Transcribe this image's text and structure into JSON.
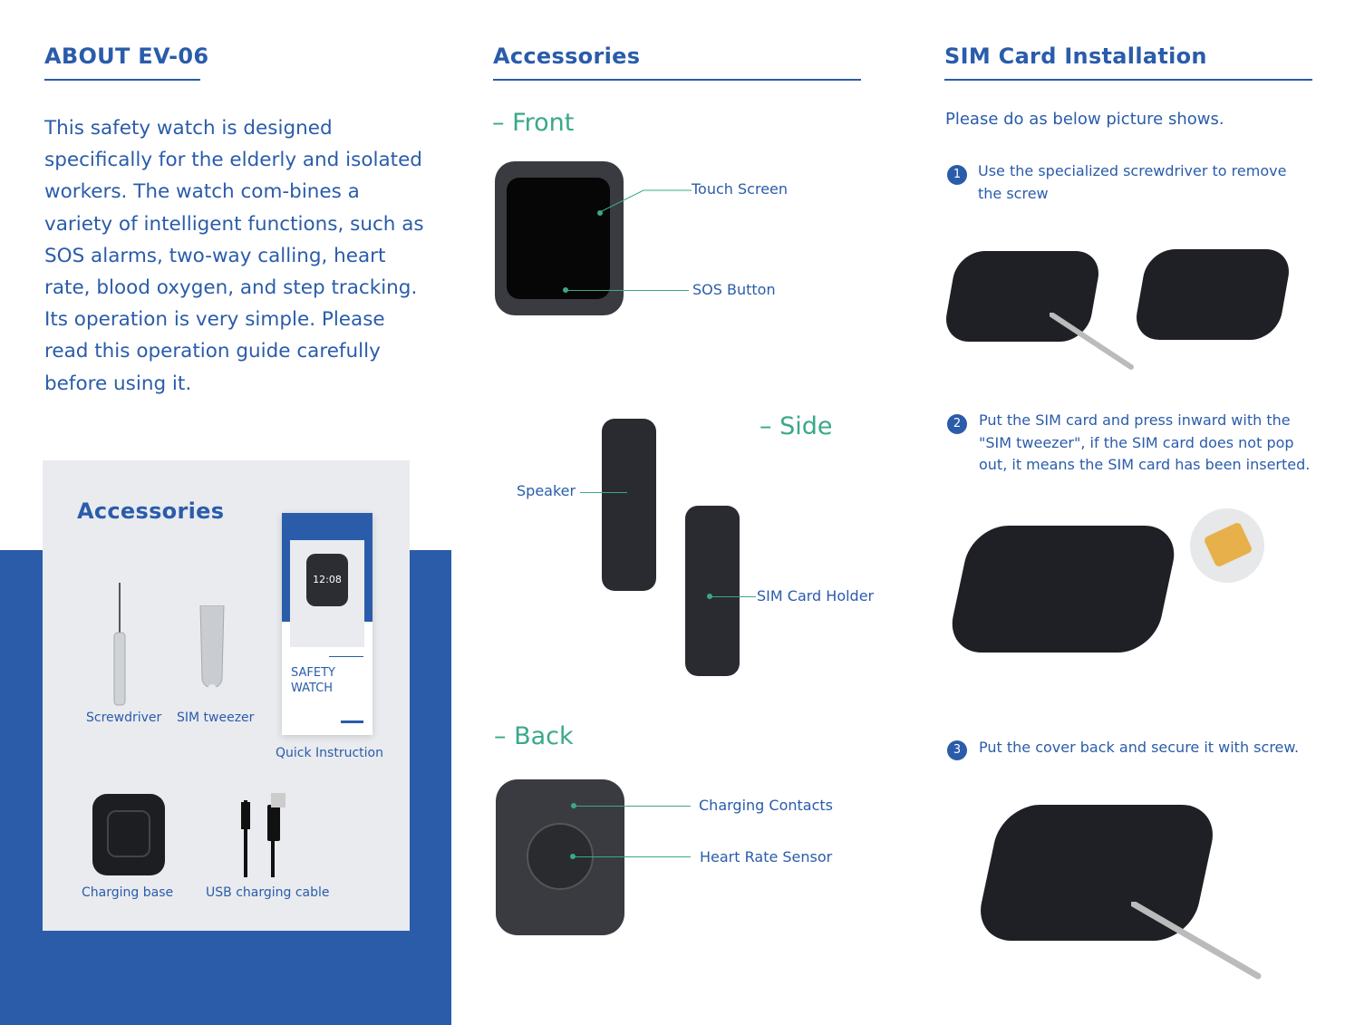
{
  "about": {
    "title": "ABOUT EV-06",
    "text": "This safety watch is designed specifically for the elderly and isolated workers. The watch com-bines a variety of intelligent functions, such as SOS alarms, two-way calling, heart rate, blood oxygen, and step tracking. Its operation is very simple. Please read this operation guide carefully before using it."
  },
  "box": {
    "title": "Accessories",
    "items": [
      "Screwdriver",
      "SIM tweezer",
      "Quick Instruction",
      "Charging base",
      "USB charging cable"
    ],
    "booklet_title_1": "SAFETY",
    "booklet_title_2": "WATCH",
    "watch_time": "12:08"
  },
  "accessories": {
    "title": "Accessories",
    "front": "Front",
    "side": "Side",
    "back": "Back",
    "labels": {
      "touch": "Touch Screen",
      "sos": "SOS Button",
      "speaker": "Speaker",
      "sim": "SIM Card Holder",
      "charging": "Charging Contacts",
      "heart": "Heart Rate Sensor"
    }
  },
  "sim": {
    "title": "SIM Card Installation",
    "intro": "Please do as below picture shows.",
    "steps": [
      {
        "n": "1",
        "text": "Use the specialized screwdriver to remove the screw"
      },
      {
        "n": "2",
        "text": "Put the SIM card and press inward with the \"SIM tweezer\", if the SIM card does not pop out, it means the SIM card has been inserted."
      },
      {
        "n": "3",
        "text": "Put the cover back and secure it with screw."
      }
    ]
  },
  "colors": {
    "blue": "#2a5caa",
    "teal": "#3aa88a",
    "panel": "#e9ebef"
  }
}
